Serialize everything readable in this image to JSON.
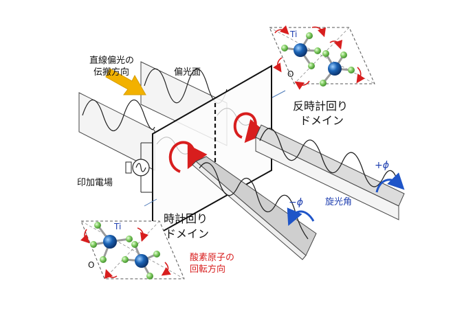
{
  "labels": {
    "propagation_line1": "直線偏光の",
    "propagation_line2": "伝搬方向",
    "polarization_plane": "偏光面",
    "ccw_domain_line1": "反時計回り",
    "ccw_domain_line2": "ドメイン",
    "cw_domain_line1": "時計回り",
    "cw_domain_line2": "ドメイン",
    "applied_field": "印加電場",
    "rotation_angle": "旋光角",
    "plus_phi": "+ϕ",
    "minus_phi": "−ϕ",
    "oxygen_rotation_line1": "酸素原子の",
    "oxygen_rotation_line2": "回転方向",
    "ti_top": "Ti",
    "o_top": "O",
    "ti_bottom": "Ti",
    "o_bottom": "O"
  },
  "colors": {
    "arrow_red": "#d81e1e",
    "arrow_blue": "#1f55c8",
    "propagation_arrow": "#f2b100",
    "ti_atom": "#1b63b5",
    "oxygen_atom": "#7dc95e",
    "ribbon_fill": "#f3f3f3",
    "ribbon_dark": "#c8c8c8",
    "label_blue": "#1f3fb0"
  },
  "icons": {
    "propagation": "thick-arrow-icon",
    "rotation": "curved-arrow-icon",
    "applied_field": "ac-source-icon"
  }
}
